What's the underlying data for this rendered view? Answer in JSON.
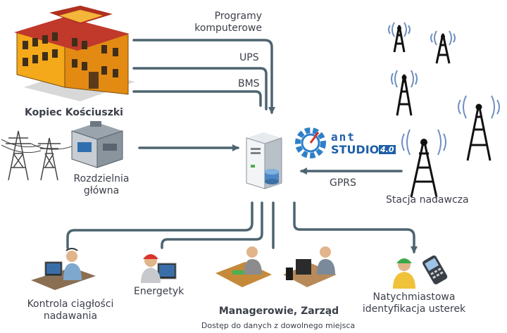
{
  "sources": {
    "building_name": "Kopiec Kościuszki",
    "line_programs": "Programy\nkomputerowe",
    "line_ups": "UPS",
    "line_bms": "BMS"
  },
  "substation": {
    "label": "Rozdzielnia\ngłówna"
  },
  "server": {
    "product_brand": "ant",
    "product_name": "STUDIO",
    "product_version": "4.0"
  },
  "transmitter": {
    "link_label": "GPRS",
    "label": "Stacja nadawcza"
  },
  "consumers": {
    "continuity": "Kontrola ciągłości\nnadawania",
    "energetyk": "Energetyk",
    "management": "Managerowie, Zarząd",
    "management_note": "Dostęp do danych z  dowolnego miejsca",
    "fault_id": "Natychmiastowa\nidentyfikacja usterek"
  },
  "colors": {
    "line": "#4d6470",
    "text": "#3b3f49",
    "accent_blue": "#1f5fa8"
  }
}
